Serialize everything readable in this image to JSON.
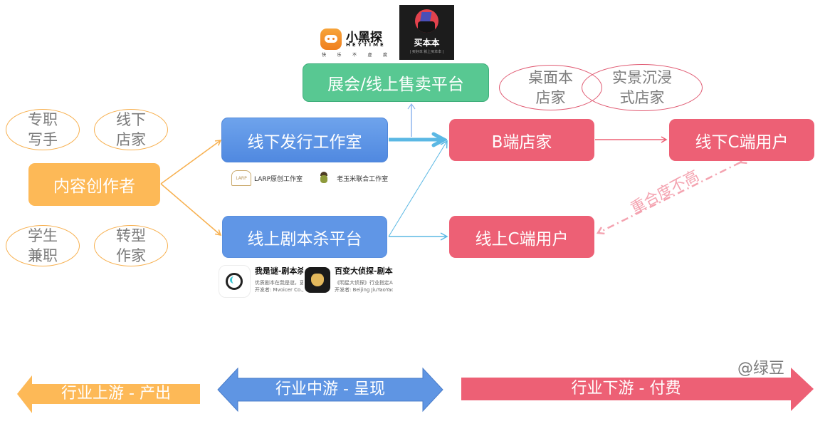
{
  "logos_top": {
    "xiaoheitan": {
      "name": "小黑探",
      "sub": "HEYTIME",
      "slogan": [
        "快",
        "乐",
        "不",
        "虚",
        "度"
      ]
    },
    "maibenben": {
      "name": "买本本",
      "slogan": "| 买好本 就上买本本 |"
    }
  },
  "nodes": {
    "exhibition": "展会/线上售卖平台",
    "content_creator": "内容创作者",
    "offline_studio": "线下发行工作室",
    "online_platform": "线上剧本杀平台",
    "b_shop": "B端店家",
    "offline_c_user": "线下C端用户",
    "online_c_user": "线上C端用户"
  },
  "creator_types": [
    {
      "line1": "专职",
      "line2": "写手"
    },
    {
      "line1": "线下",
      "line2": "店家"
    },
    {
      "line1": "学生",
      "line2": "兼职"
    },
    {
      "line1": "转型",
      "line2": "作家"
    }
  ],
  "shop_types": [
    {
      "line1": "桌面本",
      "line2": "店家"
    },
    {
      "line1": "实景沉浸",
      "line2": "式店家"
    }
  ],
  "studios": [
    {
      "logo": "LARP",
      "name": "LARP原创工作室"
    },
    {
      "logo": "corn",
      "name": "老玉米联合工作室"
    }
  ],
  "apps": [
    {
      "title": "我是谜-剧本杀",
      "line1": "优质剧本在我是谜，更",
      "line2": "开发者: Mvoicer Co., l"
    },
    {
      "title": "百变大侦探-剧本杀,",
      "line1": "《明星大侦探》行业指定App",
      "line2": "开发者: Beijing JiuYaoYao Tech"
    }
  ],
  "overlap_note": "重合度不高",
  "bottom_arrows": {
    "upstream": "行业上游 - 产出",
    "midstream": "行业中游 - 呈现",
    "downstream": "行业下游 - 付费"
  },
  "watermark": "@绿豆",
  "colors": {
    "upstream": "#fdb957",
    "midstream": "#5f95e3",
    "downstream": "#ed6075",
    "exhibition": "#58c892",
    "flow_blue": "#5bb8e4",
    "overlap_pink": "#f4a3b0"
  }
}
